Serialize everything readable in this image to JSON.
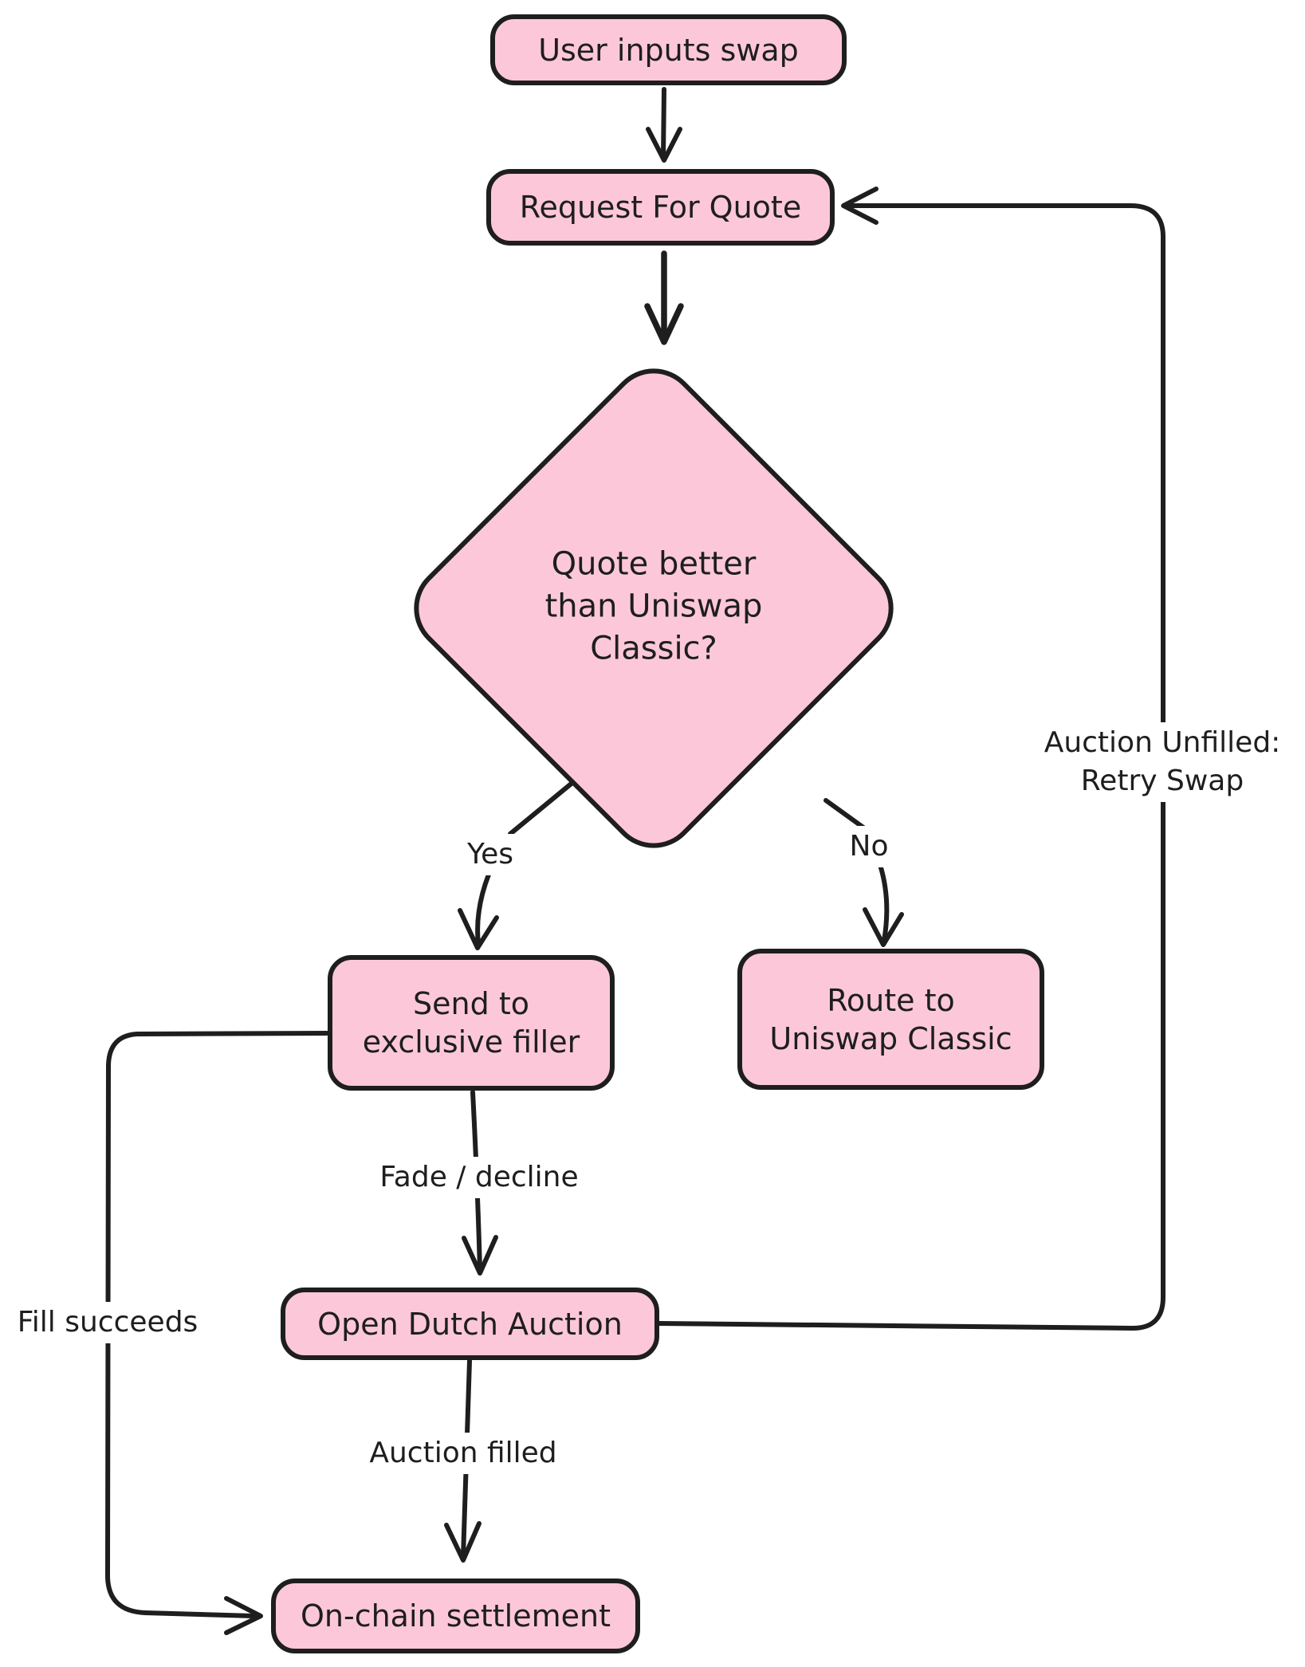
{
  "canvas": {
    "background": "#ffffff"
  },
  "colors": {
    "node_fill": "#fcc8d9",
    "ink": "#1e1e1e"
  },
  "nodes": {
    "user_inputs_swap": {
      "label": "User inputs swap"
    },
    "request_for_quote": {
      "label": "Request For Quote"
    },
    "decision": {
      "line1": "Quote better",
      "line2": "than Uniswap",
      "line3": "Classic?"
    },
    "send_to_exclusive_filler": {
      "line1": "Send to",
      "line2": "exclusive filler"
    },
    "route_to_uniswap_classic": {
      "line1": "Route to",
      "line2": "Uniswap Classic"
    },
    "open_dutch_auction": {
      "label": "Open Dutch Auction"
    },
    "on_chain_settlement": {
      "label": "On-chain settlement"
    }
  },
  "edge_labels": {
    "yes": "Yes",
    "no": "No",
    "fade_decline": "Fade / decline",
    "auction_filled": "Auction filled",
    "fill_succeeds": "Fill succeeds",
    "auction_unfilled_line1": "Auction Unfilled:",
    "auction_unfilled_line2": "Retry Swap"
  }
}
